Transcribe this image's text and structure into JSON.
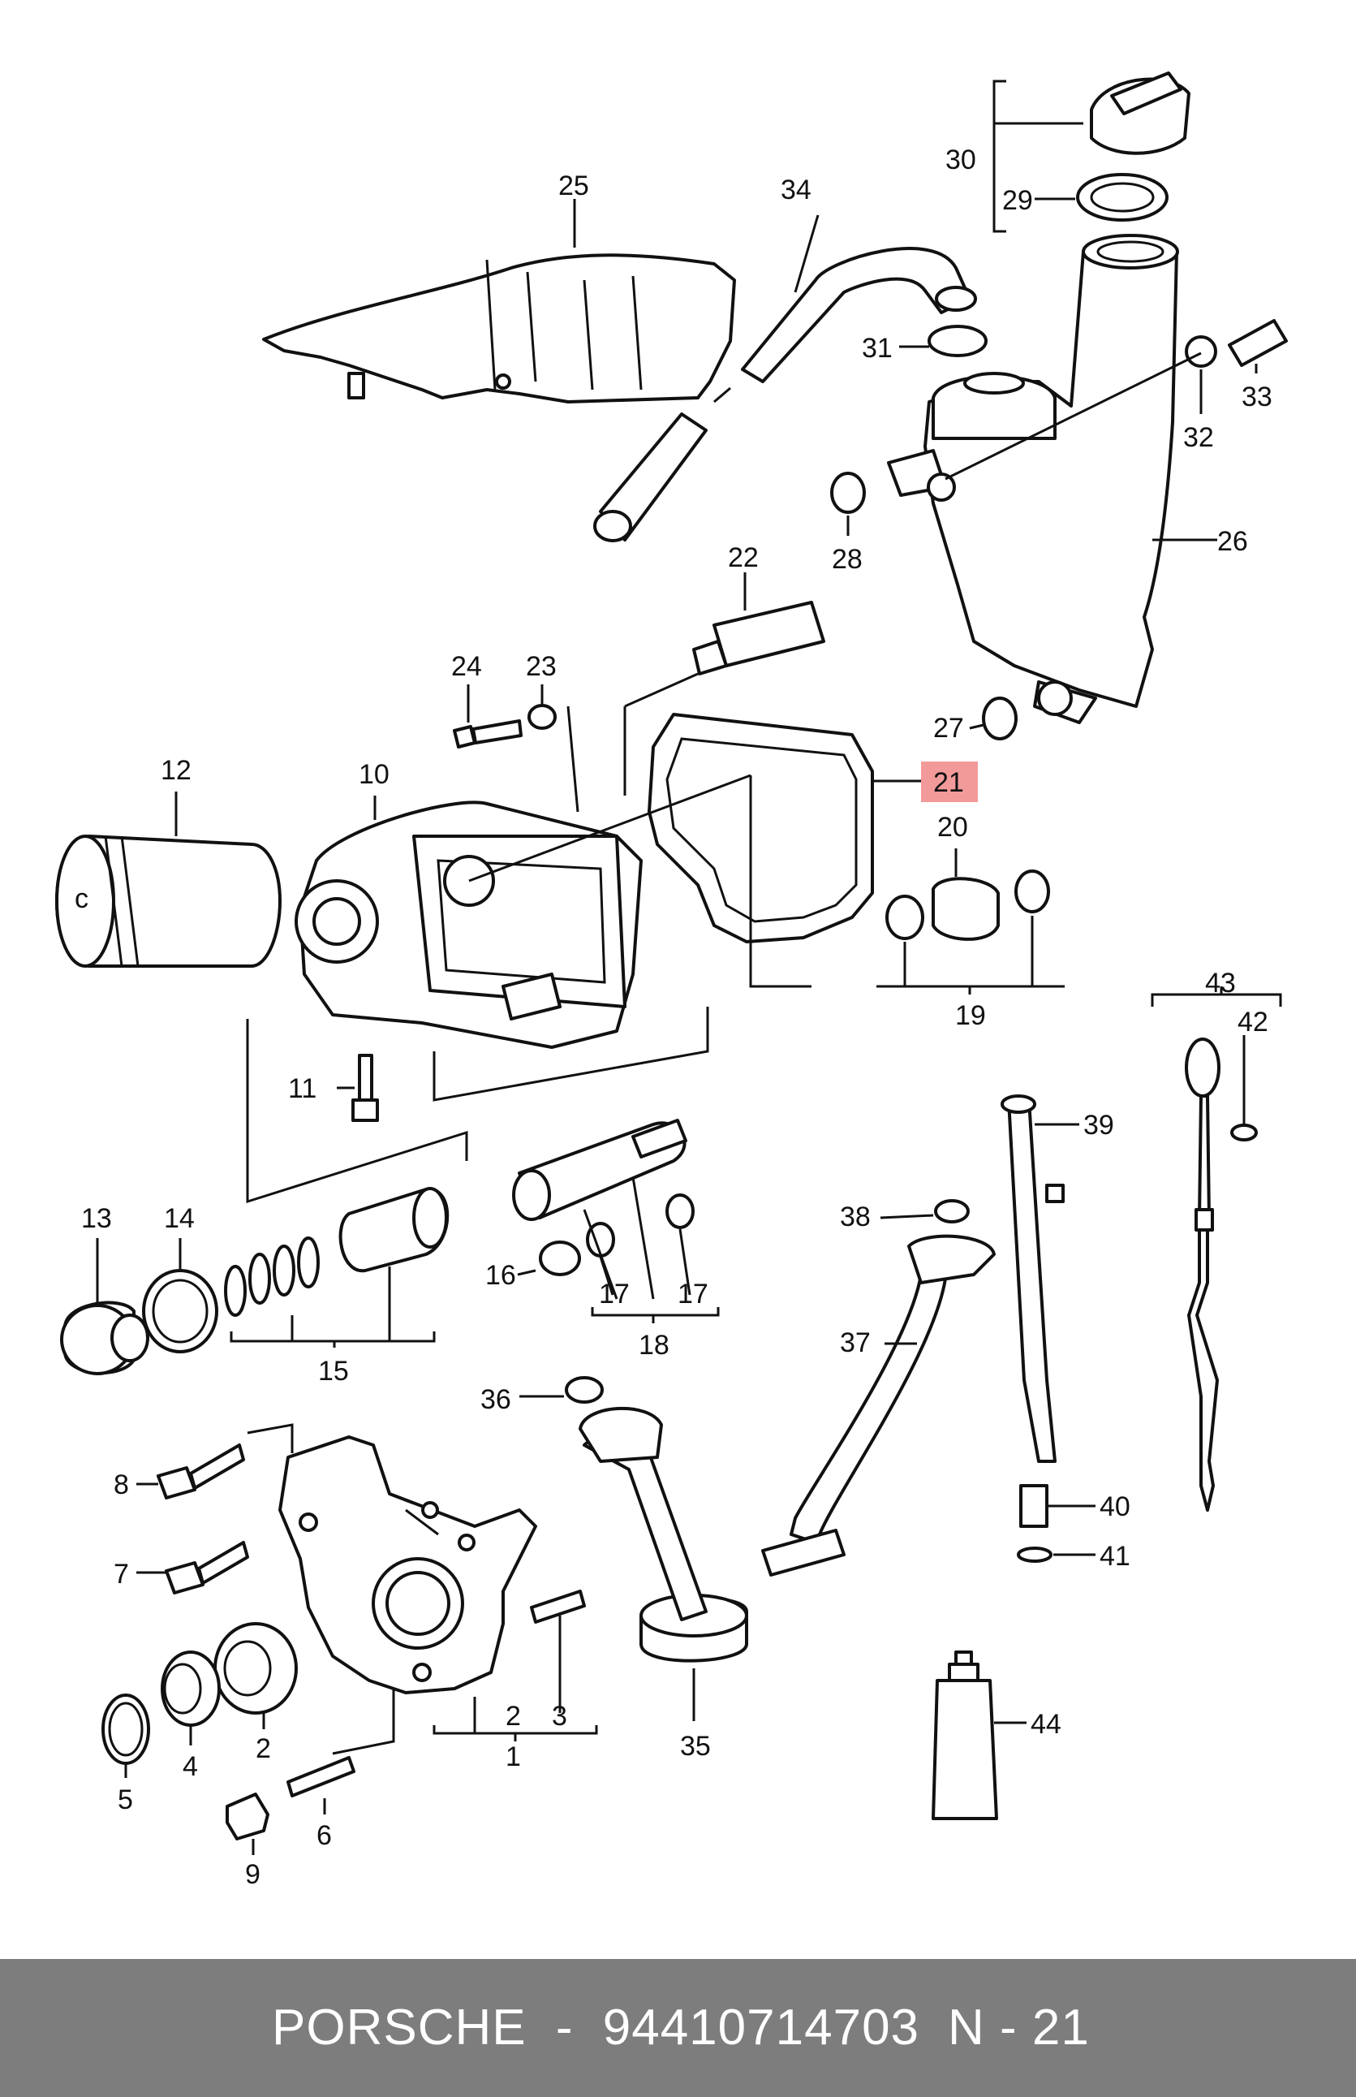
{
  "diagram": {
    "highlight_color": "#f29a9a",
    "line_color": "#111111",
    "labels": {
      "p1": "1",
      "p2": "2",
      "p3": "3",
      "p4": "4",
      "p5": "5",
      "p6": "6",
      "p7": "7",
      "p8": "8",
      "p9": "9",
      "p10": "10",
      "p11": "11",
      "p12": "12",
      "p13": "13",
      "p14": "14",
      "p15": "15",
      "p16": "16",
      "p17a": "17",
      "p17b": "17",
      "p18": "18",
      "p19": "19",
      "p20": "20",
      "p21": "21",
      "p22": "22",
      "p23": "23",
      "p24": "24",
      "p25": "25",
      "p26": "26",
      "p27": "27",
      "p28": "28",
      "p29": "29",
      "p30": "30",
      "p31": "31",
      "p32": "32",
      "p33": "33",
      "p34": "34",
      "p35": "35",
      "p36": "36",
      "p37": "37",
      "p38": "38",
      "p39": "39",
      "p40": "40",
      "p41": "41",
      "p42": "42",
      "p43": "43",
      "p44": "44"
    }
  },
  "footer": {
    "brand": "PORSCHE",
    "separator": "-",
    "part_number": "94410714703",
    "position_ref": "N - 21",
    "background": "#7d7d7d"
  }
}
